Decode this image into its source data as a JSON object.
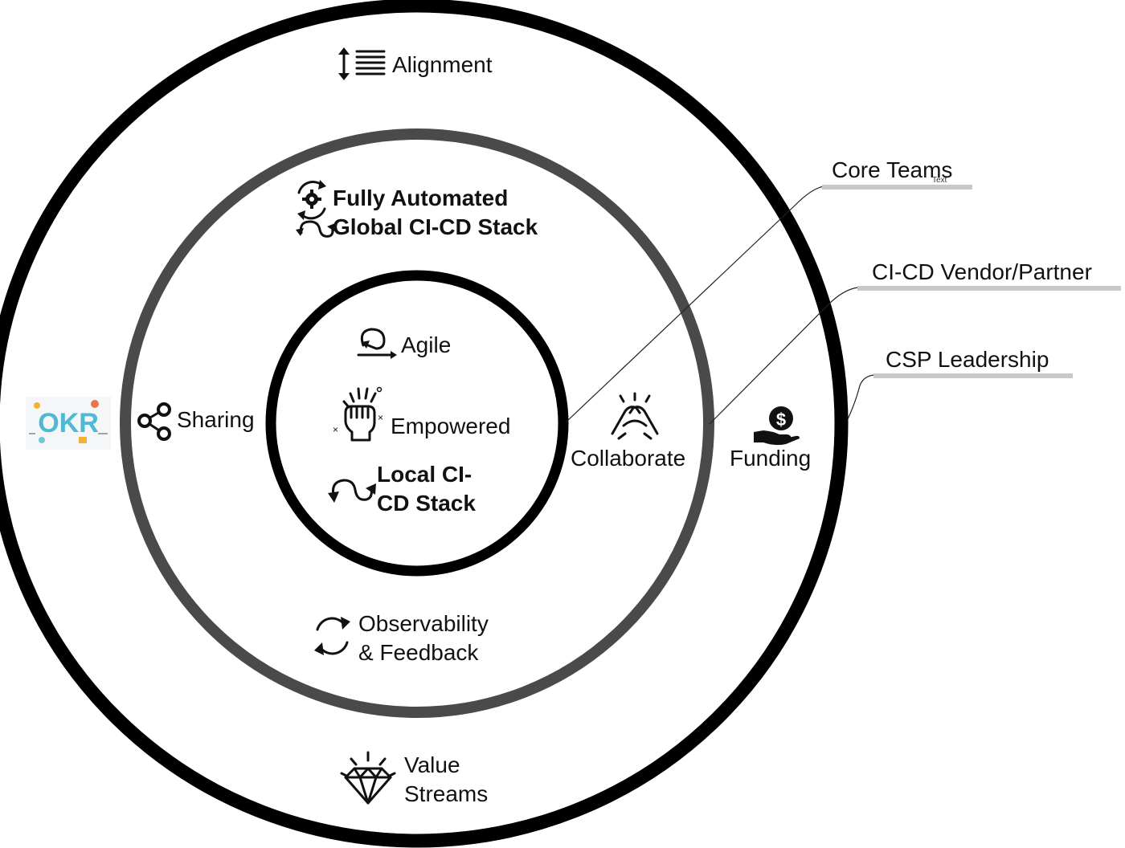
{
  "rings": {
    "outer": {
      "top_label": "Alignment",
      "left_logo_text": "OKR",
      "bottom_label_line1": "Value",
      "bottom_label_line2": "Streams",
      "right_label": "Funding"
    },
    "middle": {
      "top_label_line1": "Fully Automated",
      "top_label_line2": "Global CI-CD Stack",
      "left_label": "Sharing",
      "bottom_label_line1": "Observability",
      "bottom_label_line2": "& Feedback",
      "right_label": "Collaborate"
    },
    "inner": {
      "label_agile": "Agile",
      "label_empowered": "Empowered",
      "label_stack_line1": "Local CI-",
      "label_stack_line2": "CD Stack"
    }
  },
  "callouts": [
    {
      "label": "Core Teams",
      "tag": "Text"
    },
    {
      "label": "CI-CD Vendor/Partner"
    },
    {
      "label": "CSP Leadership"
    }
  ],
  "icons": {
    "alignment": "vertical-arrows-lines-icon",
    "automation": "gear-cycle-icon",
    "sync": "sync-arrows-icon",
    "agile": "agile-loop-icon",
    "empowered": "raised-fist-icon",
    "sharing": "share-nodes-icon",
    "observability": "refresh-icon",
    "collaborate": "handshake-icon",
    "funding": "money-hand-icon",
    "value": "diamond-icon"
  }
}
